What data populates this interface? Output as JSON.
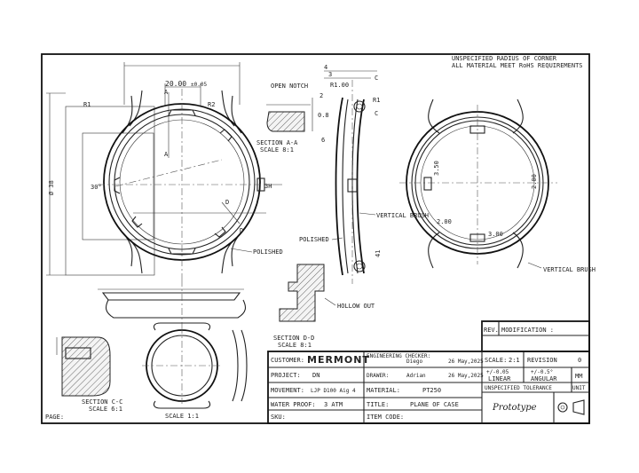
{
  "notes": {
    "line1": "UNSPECIFIED RADIUS OF CORNER",
    "line2": "ALL MATERIAL MEET RoHS REQUIREMENTS"
  },
  "front_view": {
    "dim_width": "20.00",
    "dim_width_tol": "±0.05",
    "dim_diameter": "Ø 38",
    "angle": "30°",
    "crown_label": "3H",
    "radius_r1": "R1",
    "radius_r2": "R2",
    "section_mark_a": "A",
    "section_mark_d": "D",
    "polished_label": "POLISHED"
  },
  "section_aa": {
    "open_notch": "OPEN NOTCH",
    "title": "SECTION A-A",
    "scale": "SCALE 8:1"
  },
  "side_view": {
    "dims": [
      "4",
      "3",
      "R1.00",
      "R1",
      "0.8",
      "2",
      "6",
      "41"
    ],
    "marks": [
      "C",
      "C"
    ],
    "vertical_brush": "VERTICAL BRUSH",
    "polished": "POLISHED"
  },
  "back_view": {
    "dims": [
      "3.50",
      "2.00",
      "2.00",
      "3.00"
    ],
    "vertical_brush": "VERTICAL BRUSH"
  },
  "section_dd": {
    "hollow_out": "HOLLOW OUT",
    "title": "SECTION D-D",
    "scale": "SCALE 8:1"
  },
  "section_cc": {
    "title": "SECTION C-C",
    "scale": "SCALE 6:1"
  },
  "small_view": {
    "scale": "SCALE 1:1"
  },
  "page_label": "PAGE:",
  "title_block": {
    "customer_label": "CUSTOMER:",
    "customer_value": "MERMONT",
    "eng_checker_label": "ENGINEERING CHECKER:",
    "eng_checker_value": "Diego",
    "eng_date": "26 May,2025",
    "project_label": "PROJECT:",
    "project_value": "DN",
    "drawer_label": "DRAWER:",
    "drawer_value": "Adrian",
    "drawer_date": "26 May,2025",
    "movement_label": "MOVEMENT:",
    "movement_value": "LJP D100 Aig 4",
    "material_label": "MATERIAL:",
    "material_value": "PT250",
    "water_label": "WATER PROOF:",
    "water_value": "3 ATM",
    "title_label": "TITLE:",
    "title_value": "PLANE OF CASE",
    "sku_label": "SKU:",
    "item_code_label": "ITEM CODE:",
    "rev_label": "REV.",
    "modification_label": "MODIFICATION :",
    "scale_label": "SCALE:",
    "scale_value": "2:1",
    "revision_label": "REVISION",
    "revision_value": "0",
    "tol_linear_value": "+/-0.05",
    "tol_linear_label": "LINEAR",
    "tol_angular_value": "+/-0.5°",
    "tol_angular_label": "ANGULAR",
    "unit_value": "MM",
    "unspec_tol_label": "UNSPECIFIED TOLERANCE",
    "unit_label": "UNIT",
    "signature": "Prototype"
  }
}
